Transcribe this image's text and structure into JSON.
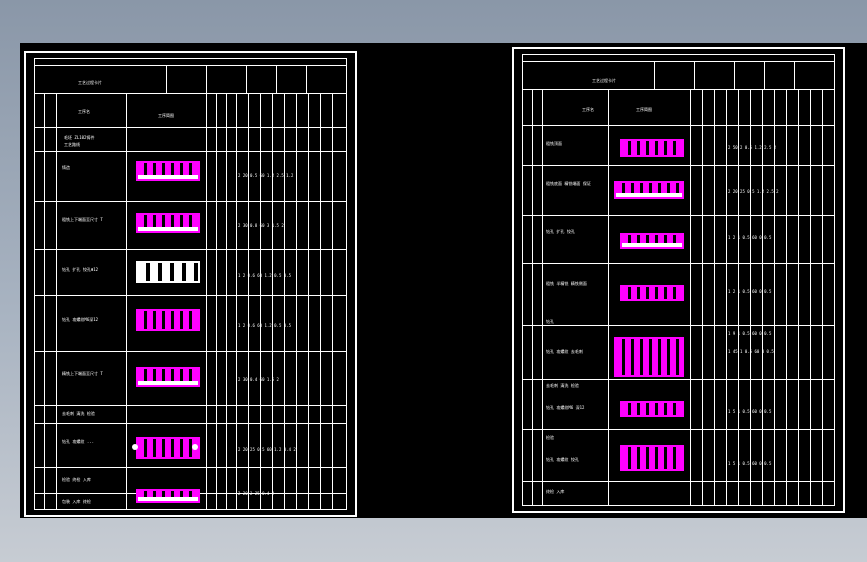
{
  "left_sheet": {
    "title_block": "工艺过程卡片",
    "col_name_header": "工序名",
    "col_sketch_header": "工序简图",
    "notes": [
      "毛坯 ZL102铸件",
      "工艺路线"
    ],
    "rows": [
      {
        "text": "铸造",
        "nums": "2 20 0.5 60 1.2 2.5 1.2"
      },
      {
        "text": "粗铣上下端面至尺寸 T",
        "nums": "2 30 0.8 60 3 1.5 2"
      },
      {
        "text": "钻孔 扩孔 铰孔Φ12",
        "nums": "1 2 0.6 60 1.2 0.5 0.5"
      },
      {
        "text": "钻孔 攻螺纹M6深12",
        "nums": "1 2 0.6 60 1.2 0.5 0.5"
      },
      {
        "text": "精铣上下端面至尺寸 T",
        "nums": "2 30 0.4 60 1.5 2"
      },
      {
        "text": "去毛刺 清洗 检验",
        "nums": ""
      },
      {
        "text": "钻孔 攻螺纹 ...",
        "nums": "2 20 25 0.5 60 1.2 0.4 2"
      },
      {
        "text": "检验 终检 入库",
        "nums": "2 20 2 25 0.4 2"
      },
      {
        "text": "包装 入库 终检",
        "nums": ""
      }
    ]
  },
  "right_sheet": {
    "title_block": "工艺过程卡片",
    "col_name_header": "工序名",
    "col_sketch_header": "工序简图",
    "rows": [
      {
        "text": "粗铣顶面",
        "nums": "2 50 2 0.5 1.2 2.5 2"
      },
      {
        "text": "粗铣底面 精铣端面 保证",
        "nums": "2 20 25 0.5 1.2 2.5 2"
      },
      {
        "text": "钻孔 扩孔 铰孔",
        "nums": "1 2 1 0.5 60 0 0.5"
      },
      {
        "text": "粗铣 半精铣 精铣侧面",
        "nums": "1 2 1 0.5 60 0 0.5"
      },
      {
        "text": "钻孔",
        "nums": "1 9 1 0.5 60 0 0.5"
      },
      {
        "text": "钻孔 攻螺纹 去毛刺",
        "nums": "1 45 1 0.5 60 0 0.5"
      },
      {
        "text": "去毛刺 清洗 检验",
        "nums": ""
      },
      {
        "text": "钻孔 攻螺纹M6 深12",
        "nums": "1 5 1 0.5 60 0 0.5"
      },
      {
        "text": "检验",
        "nums": ""
      },
      {
        "text": "钻孔 攻螺纹 铰孔",
        "nums": "1 5 1 0.5 60 0 0.5"
      },
      {
        "text": "终检 入库",
        "nums": ""
      }
    ]
  },
  "colors": {
    "accent": "#ff00ff",
    "line": "#ffffff",
    "background": "#000000"
  }
}
